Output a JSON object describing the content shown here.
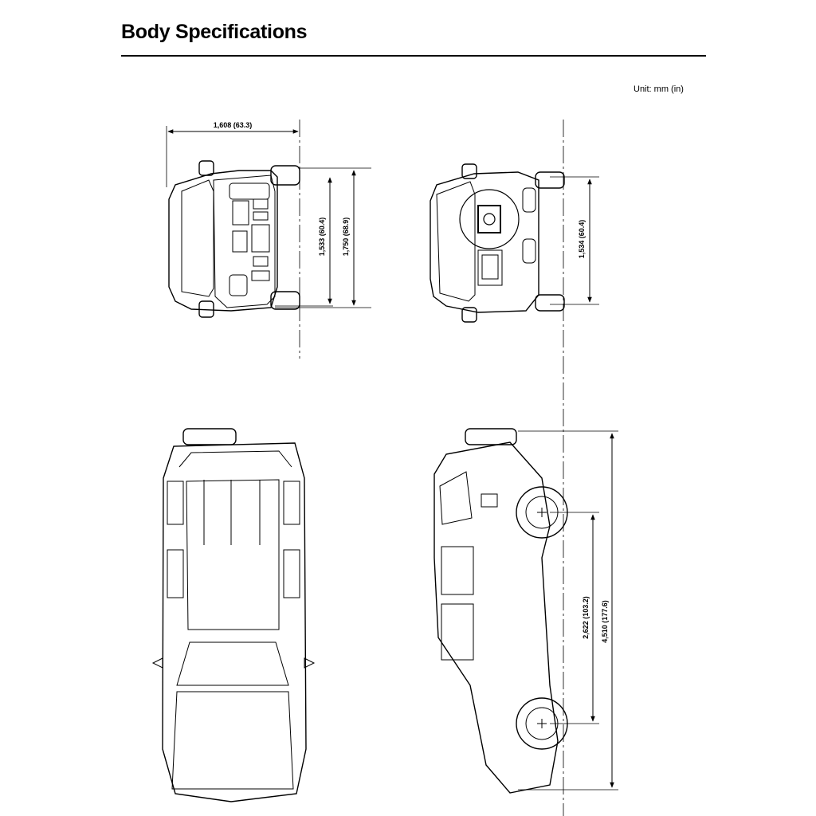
{
  "page": {
    "title": "Body Specifications",
    "unit_note": "Unit: mm (in)"
  },
  "dimensions": {
    "overall_width": "1,608 (63.3)",
    "front_tread": "1,533 (60.4)",
    "overall_height": "1,750 (68.9)",
    "rear_tread": "1,534 (60.4)",
    "wheelbase": "2,622 (103.2)",
    "overall_length": "4,510 (177.6)"
  },
  "views": [
    "front-view",
    "rear-view",
    "top-view",
    "side-view"
  ]
}
